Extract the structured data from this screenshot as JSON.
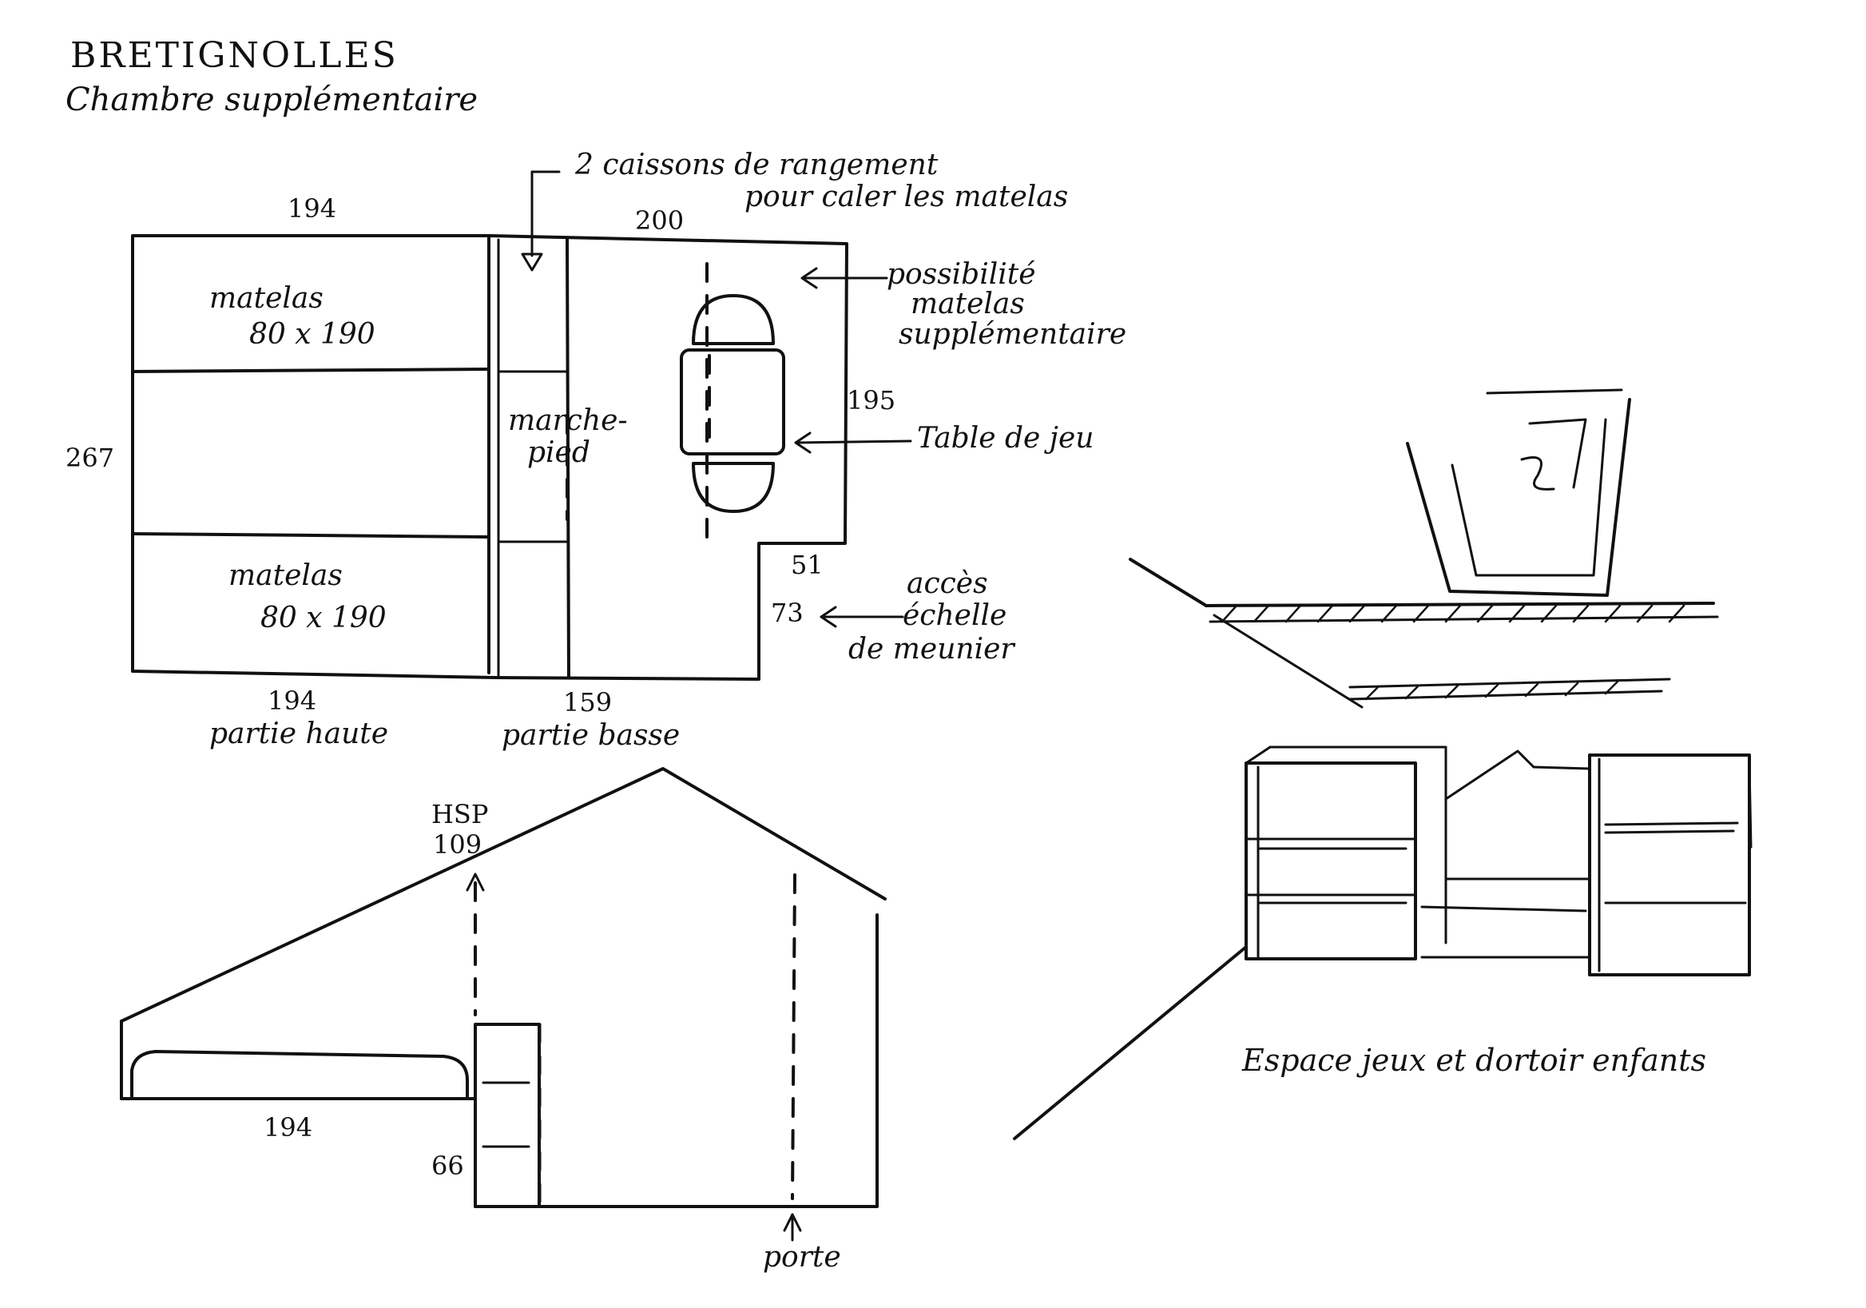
{
  "title": "BRETIGNOLLES",
  "subtitle": "Chambre supplémentaire",
  "plan": {
    "dim_top_left": "194",
    "dim_top_right": "200",
    "dim_left": "267",
    "dim_right": "195",
    "dim_notch": "51",
    "dim_notch_height": "73",
    "dim_bottom_left": "194",
    "dim_bottom_right": "159",
    "label_bottom_left": "partie haute",
    "label_bottom_right": "partie basse",
    "mattress_label": "matelas",
    "mattress_size": "80 x 190",
    "marchepied_line1": "marche-",
    "marchepied_line2": "pied",
    "annotation_storage_line1": "2 caissons de rangement",
    "annotation_storage_line2": "pour caler les matelas",
    "annotation_extra_line1": "possibilité",
    "annotation_extra_line2": "matelas",
    "annotation_extra_line3": "supplémentaire",
    "annotation_table": "Table de jeu",
    "annotation_access_line1": "accès",
    "annotation_access_line2": "échelle",
    "annotation_access_line3": "de meunier"
  },
  "section": {
    "hsp_label": "HSP",
    "hsp_value": "109",
    "dim_bed": "194",
    "dim_step": "66",
    "door_label": "porte"
  },
  "perspective": {
    "caption": "Espace jeux et dortoir enfants"
  }
}
